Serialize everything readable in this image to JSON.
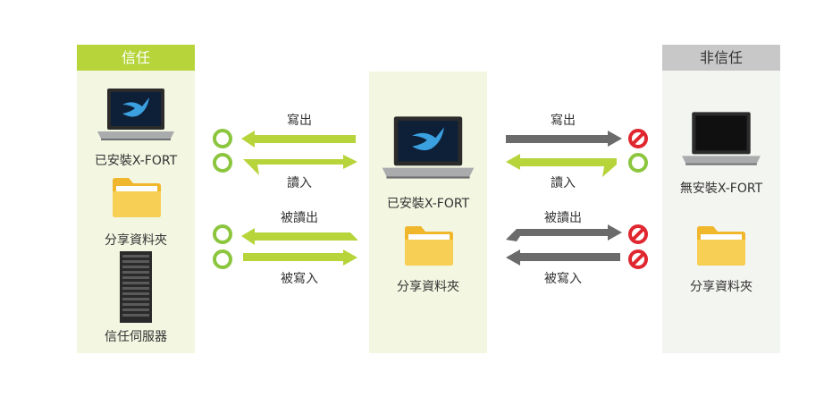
{
  "trusted": {
    "header": "信任",
    "laptop_label": "已安裝X-FORT",
    "folder_label": "分享資料夾",
    "server_label": "信任伺服器"
  },
  "center": {
    "laptop_label": "已安裝X-FORT",
    "folder_label": "分享資料夾"
  },
  "untrusted": {
    "header": "非信任",
    "laptop_label": "無安裝X-FORT",
    "folder_label": "分享資料夾"
  },
  "left_flows": {
    "write": "寫出",
    "read": "讀入",
    "read_by": "被讀出",
    "write_by": "被寫入"
  },
  "right_flows": {
    "write": "寫出",
    "read": "讀入",
    "read_by": "被讀出",
    "write_by": "被寫入"
  },
  "colors": {
    "allowed_arrow": "#b7d43b",
    "blocked_arrow": "#6b6b6b",
    "allowed_mark": "#8cc63f",
    "blocked_mark": "#e0262f",
    "trusted_panel": "#f3f6e1",
    "untrusted_panel": "#f3f5f1"
  },
  "icons": {
    "allowed": "green-ring-icon",
    "blocked": "red-prohibited-icon",
    "laptop": "laptop-icon",
    "folder": "folder-icon",
    "server": "server-rack-icon"
  }
}
